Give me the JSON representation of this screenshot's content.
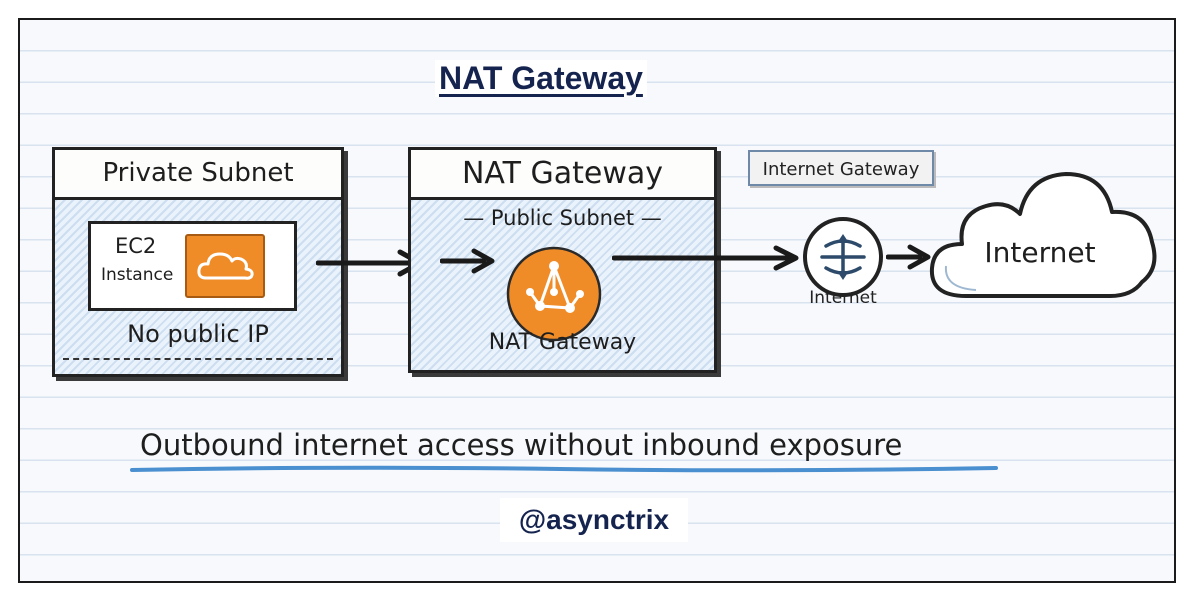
{
  "title": "NAT Gateway",
  "private_subnet": {
    "header": "Private Subnet",
    "ec2_line1": "EC2",
    "ec2_line2": "Instance",
    "ec2_icon": "cloud-icon",
    "note": "No public IP"
  },
  "nat_box": {
    "header": "NAT Gateway",
    "subnet_label": "— Public Subnet —",
    "icon": "nat-gateway-icon",
    "label": "NAT Gateway"
  },
  "internet_gateway": {
    "label": "Internet Gateway",
    "icon": "internet-gateway-icon",
    "sub_label": "Internet"
  },
  "internet": {
    "label": "Internet",
    "icon": "cloud-icon"
  },
  "caption": "Outbound internet access without inbound exposure",
  "handle": "@asynctrix",
  "colors": {
    "title": "#15234f",
    "accent_orange": "#f08c28",
    "underline_blue": "#4a8fcf",
    "subnet_fill": "#eaf2fb"
  }
}
